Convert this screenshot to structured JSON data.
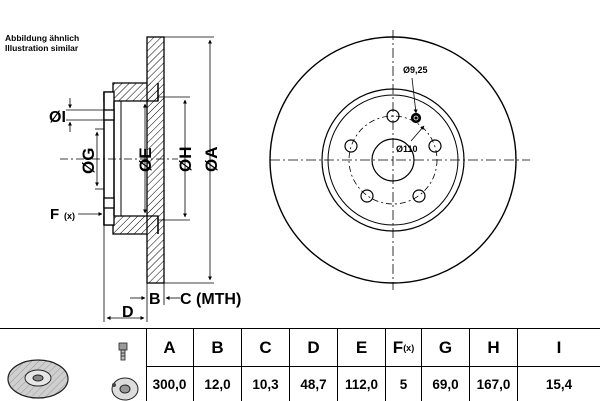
{
  "note": {
    "line1": "Abbildung ähnlich",
    "line2": "Illustration similar"
  },
  "labels": {
    "i": "ØI",
    "g": "ØG",
    "e": "ØE",
    "h": "ØH",
    "a": "ØA",
    "f": "F",
    "f_sub": "(x)",
    "b": "B",
    "c": "C (MTH)",
    "d": "D",
    "bolt_hole": "Ø9,25",
    "pcd": "Ø110"
  },
  "table": {
    "columns": [
      "A",
      "B",
      "C",
      "D",
      "E",
      "F",
      "G",
      "H",
      "I"
    ],
    "f_sub": "(x)",
    "values": [
      "300,0",
      "12,0",
      "10,3",
      "48,7",
      "112,0",
      "5",
      "69,0",
      "167,0",
      "15,4"
    ]
  }
}
